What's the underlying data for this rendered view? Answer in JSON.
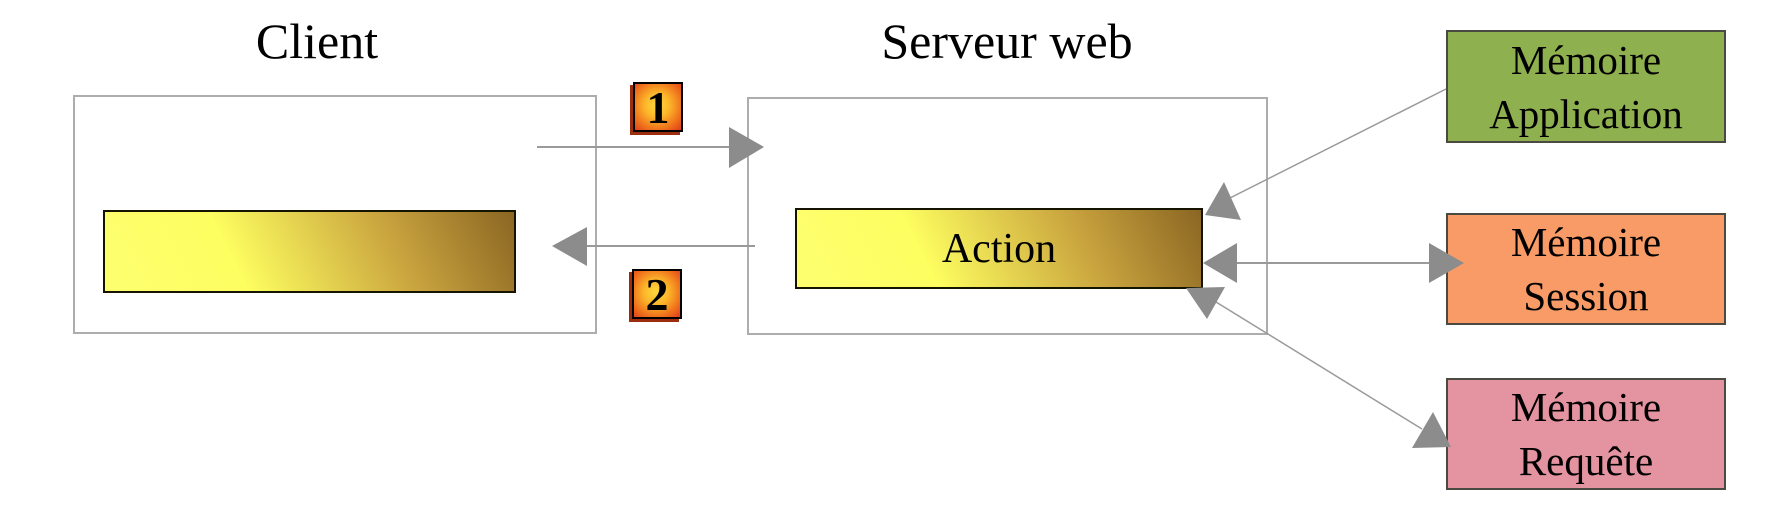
{
  "diagram": {
    "titles": {
      "client": "Client",
      "server": "Serveur web"
    },
    "action_box": {
      "label": "Action"
    },
    "step_badges": {
      "step1": "1",
      "step2": "2"
    },
    "memory": {
      "application": {
        "line1": "Mémoire",
        "line2": "Application",
        "fill": "#8fb04e"
      },
      "session": {
        "line1": "Mémoire",
        "line2": "Session",
        "fill": "#f89b67"
      },
      "requete": {
        "line1": "Mémoire",
        "line2": "Requête",
        "fill": "#e494a0"
      }
    },
    "connectors": [
      {
        "from": "client",
        "to": "serveur-web",
        "badge": "1",
        "heads": [
          "end"
        ]
      },
      {
        "from": "serveur-web",
        "to": "client",
        "badge": "2",
        "heads": [
          "end"
        ]
      },
      {
        "from": "memoire-application",
        "to": "action",
        "heads": [
          "end"
        ]
      },
      {
        "from": "action",
        "to": "memoire-session",
        "heads": [
          "start",
          "end"
        ]
      },
      {
        "from": "action",
        "to": "memoire-requete",
        "heads": [
          "start",
          "end"
        ]
      }
    ],
    "colors": {
      "frame_gray": "#adadad",
      "line_gray": "#9a9a9a",
      "arrowhead_gray": "#8c8c8c",
      "gradient_yellow": "#feff70",
      "gradient_brown": "#8a6623",
      "badge_yellow": "#ffd83e",
      "badge_orange": "#f0741c",
      "badge_red": "#df3a1c",
      "memory_green": "#8fb04e",
      "memory_orange": "#f89b67",
      "memory_pink": "#e494a0"
    }
  }
}
